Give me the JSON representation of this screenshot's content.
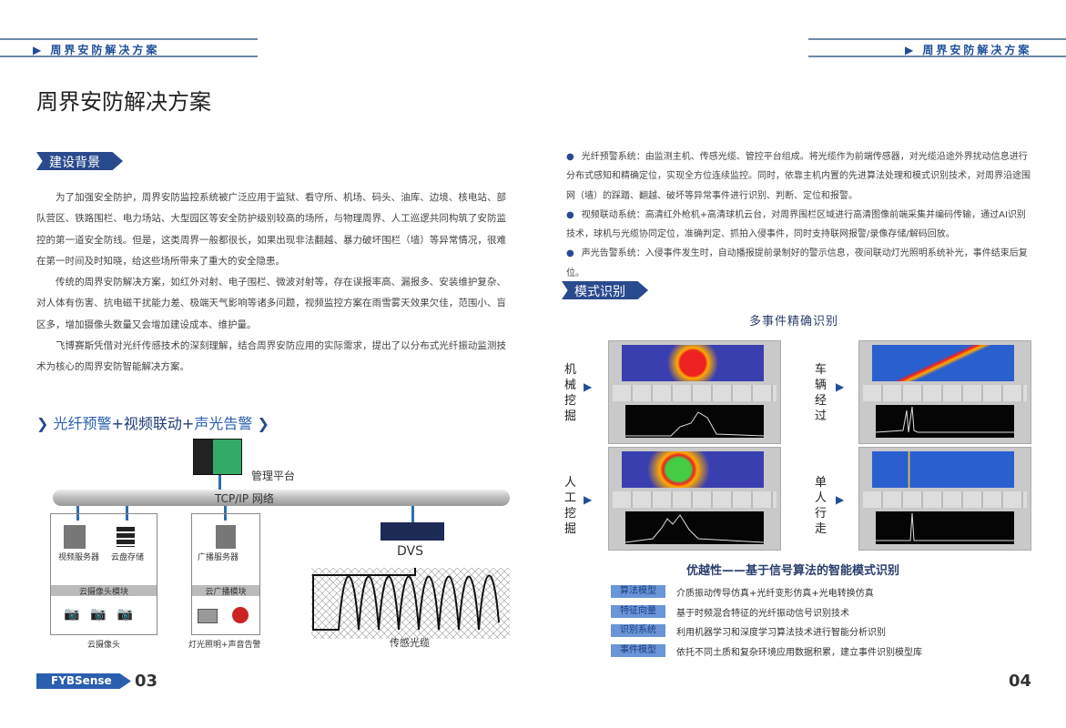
{
  "header": {
    "left": "▶ 周界安防解决方案",
    "right": "▶ 周界安防解决方案"
  },
  "page_title": "周界安防解决方案",
  "background": {
    "badge": "建设背景",
    "paragraphs": [
      "为了加强安全防护，周界安防监控系统被广泛应用于监狱、看守所、机场、码头、油库、边境、核电站、部队营区、铁路围栏、电力场站、大型园区等安全防护级别较高的场所，与物理周界、人工巡逻共同构筑了安防监控的第一道安全防线。但是，这类周界一般都很长，如果出现非法翻越、暴力破坏围栏（墙）等异常情况，很难在第一时间及时知晓，给这些场所带来了重大的安全隐患。",
      "传统的周界安防解决方案，如红外对射、电子围栏、微波对射等，存在误报率高、漏报多、安装维护复杂、对人体有伤害、抗电磁干扰能力差、极端天气影响等诸多问题，视频监控方案在雨雪雾天效果欠佳，范围小、盲区多，增加摄像头数量又会增加建设成本、维护量。",
      "飞博赛斯凭借对光纤传感技术的深刻理解，结合周界安防应用的实际需求，提出了以分布式光纤振动监测技术为核心的周界安防智能解决方案。"
    ]
  },
  "system": {
    "heading_a": "光纤预警",
    "heading_b": "+视频联动+",
    "heading_c": "声光告警",
    "diagram": {
      "platform": "管理平台",
      "network": "TCP/IP 网络",
      "video_server": "视频服务器",
      "cloud_storage": "云盘存储",
      "camera_module": "云摄像头模块",
      "cameras": "云摄像头",
      "broadcast_server": "广播服务器",
      "broadcast_module": "云广播模块",
      "light_sound": "灯光照明+声音告警",
      "dvs": "DVS",
      "cable": "传感光缆"
    }
  },
  "bullets": [
    "光纤预警系统：由监测主机、传感光缆、管控平台组成。将光缆作为前端传感器，对光缆沿途外界扰动信息进行分布式感知和精确定位，实现全方位连续监控。同时，依靠主机内置的先进算法处理和模式识别技术，对周界沿途围网（墙）的踩踏、翻越、破坏等异常事件进行识别、判断、定位和报警。",
    "视频联动系统：高清红外枪机+高清球机云台，对周界围栏区域进行高清图像前端采集并编码传输，通过AI识别技术，球机与光缆协同定位，准确判定、抓拍入侵事件，同时支持联网报警/录像存储/解码回放。",
    "声光告警系统：入侵事件发生时，自动播报提前录制好的警示信息，夜间联动灯光照明系统补光，事件结束后复位。"
  ],
  "pattern": {
    "badge": "模式识别",
    "subtitle": "多事件精确识别",
    "events": [
      "机械挖掘",
      "车辆经过",
      "人工挖掘",
      "单人行走"
    ]
  },
  "advantage": {
    "title": "优越性——基于信号算法的智能模式识别",
    "rows": [
      {
        "tag": "算法模型",
        "text": "介质振动传导仿真+光纤变形仿真+光电转换仿真"
      },
      {
        "tag": "特征向量",
        "text": "基于时频混合特征的光纤振动信号识别技术"
      },
      {
        "tag": "识别系统",
        "text": "利用机器学习和深度学习算法技术进行智能分析识别"
      },
      {
        "tag": "事件模型",
        "text": "依托不同土质和复杂环境应用数据积累，建立事件识别模型库"
      }
    ]
  },
  "footer": {
    "logo": "FYBSense",
    "page_left": "03",
    "page_right": "04"
  },
  "colors": {
    "brand": "#2a4a8e",
    "accent": "#1f4f9a",
    "tag": "#6a95d8"
  }
}
